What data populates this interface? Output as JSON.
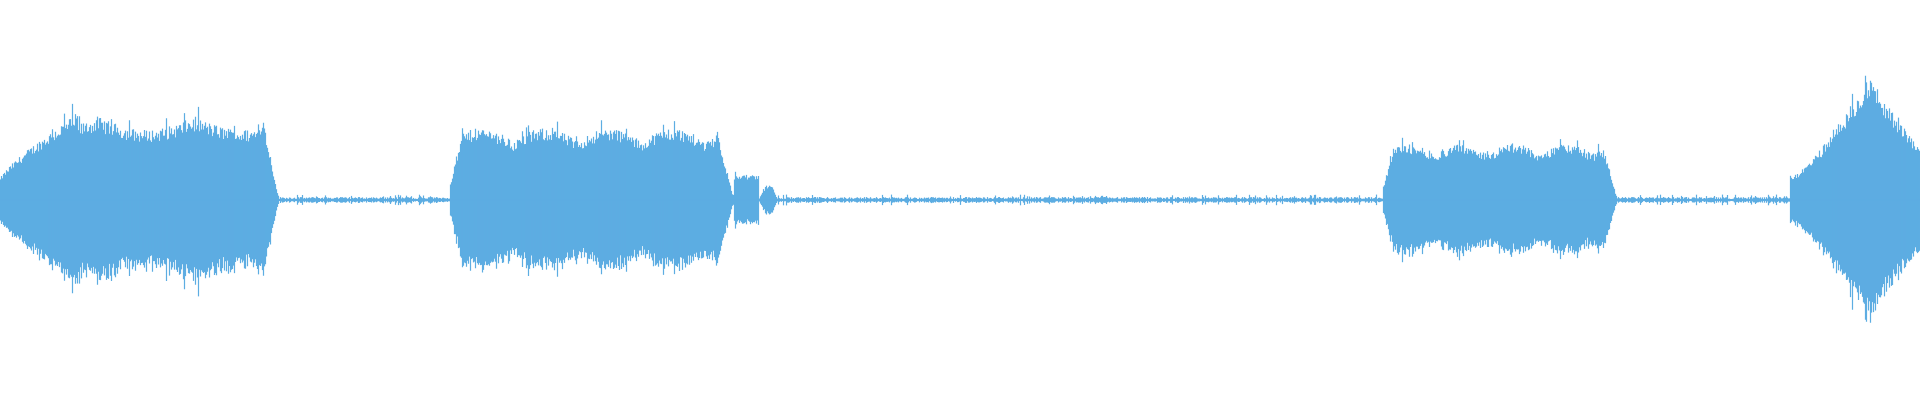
{
  "waveform": {
    "color": "#5DADE2",
    "background": "#FFFFFF",
    "envelope_type": "symmetric amplitude envelope",
    "segments": [
      {
        "kind": "sound",
        "start": 0.0,
        "end": 0.145,
        "peak_amplitude": 0.44,
        "shape": "rise-sustain-fall"
      },
      {
        "kind": "silence",
        "start": 0.145,
        "end": 0.234,
        "peak_amplitude": 0.01
      },
      {
        "kind": "sound",
        "start": 0.234,
        "end": 0.382,
        "peak_amplitude": 0.36,
        "shape": "sustain"
      },
      {
        "kind": "blip",
        "start": 0.395,
        "end": 0.405,
        "peak_amplitude": 0.08
      },
      {
        "kind": "silence",
        "start": 0.405,
        "end": 0.72,
        "peak_amplitude": 0.01
      },
      {
        "kind": "sound",
        "start": 0.72,
        "end": 0.842,
        "peak_amplitude": 0.28,
        "shape": "sustain"
      },
      {
        "kind": "silence",
        "start": 0.842,
        "end": 0.932,
        "peak_amplitude": 0.01
      },
      {
        "kind": "sound",
        "start": 0.932,
        "end": 1.0,
        "peak_amplitude": 0.62,
        "shape": "swell"
      }
    ]
  }
}
